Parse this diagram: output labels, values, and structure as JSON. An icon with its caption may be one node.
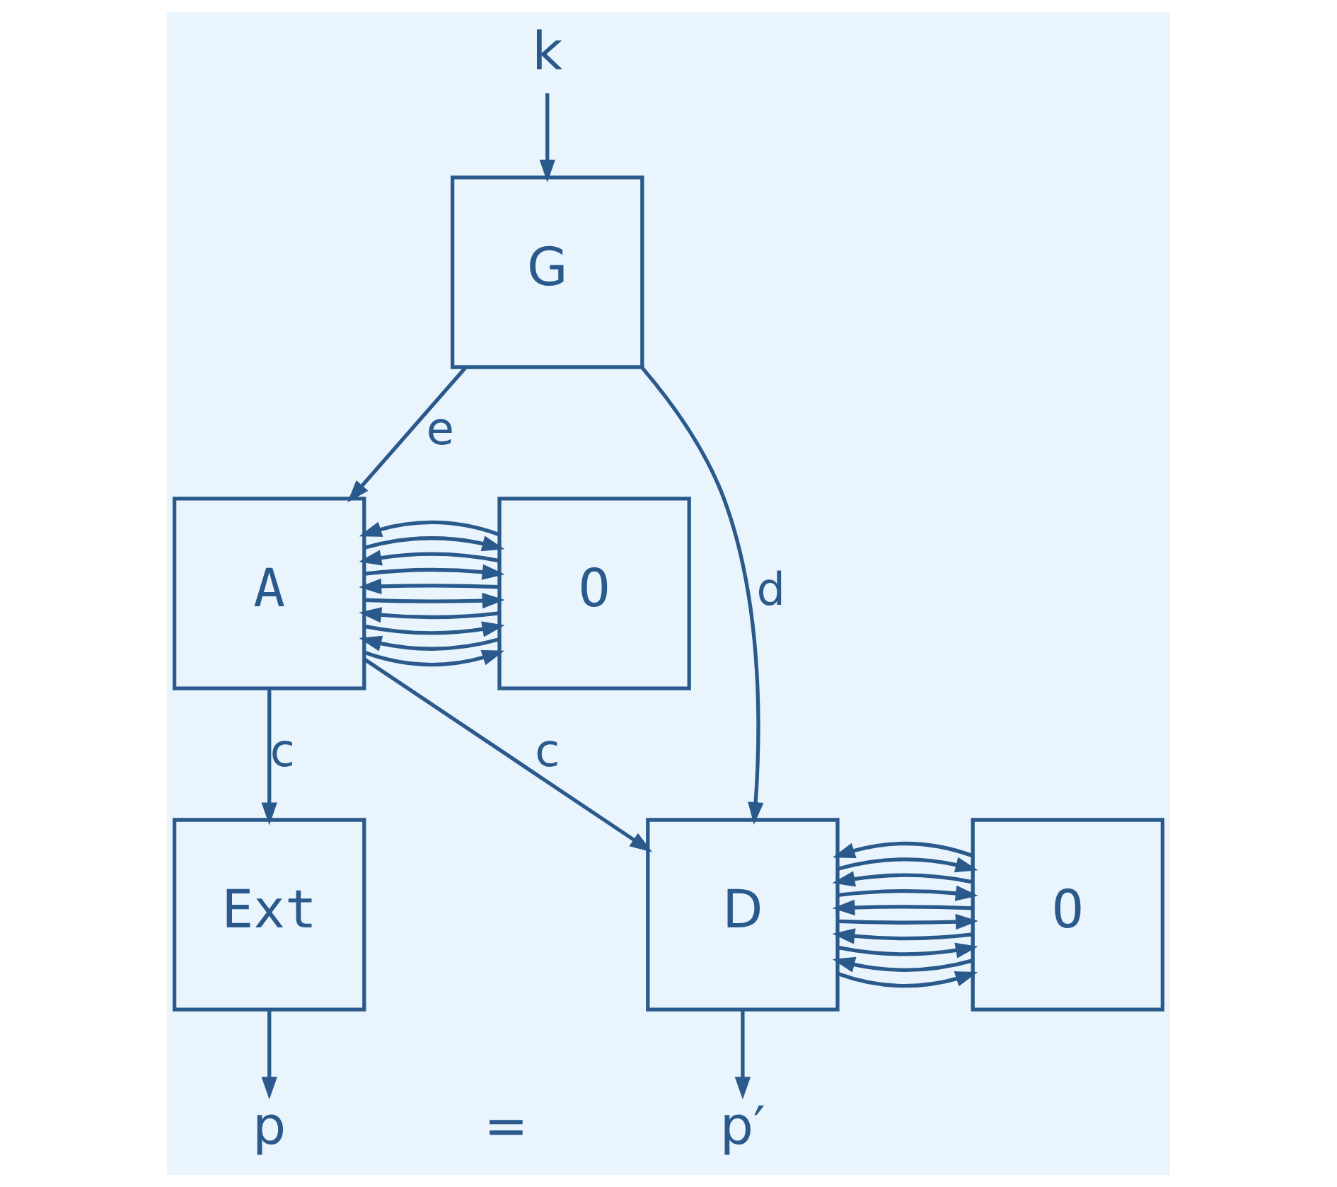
{
  "diagram": {
    "nodes": [
      {
        "text": [
          "k"
        ]
      },
      {
        "text": [
          "G"
        ]
      },
      {
        "text": [
          "O"
        ]
      },
      {
        "text": [
          "A"
        ]
      },
      {
        "text": [
          "Ext"
        ]
      },
      {
        "text": [
          "D"
        ]
      },
      {
        "text": [
          "O"
        ]
      },
      {
        "text": [
          "p"
        ]
      },
      {
        "text": [
          "p′"
        ]
      }
    ],
    "edges": [
      {
        "from": 0,
        "to": 1,
        "arrow": "to"
      },
      {
        "from": 1,
        "to": 3,
        "arrow": "to",
        "label": "e"
      },
      {
        "from": 1,
        "to": 5,
        "arrow": "to",
        "label": "d"
      },
      {
        "from": 3,
        "to": 2,
        "arrow": "to"
      },
      {
        "from": 2,
        "to": 3,
        "arrow": "to"
      },
      {
        "from": 3,
        "to": 2,
        "arrow": "to"
      },
      {
        "from": 2,
        "to": 3,
        "arrow": "to"
      },
      {
        "from": 3,
        "to": 2,
        "arrow": "to"
      },
      {
        "from": 2,
        "to": 3,
        "arrow": "to"
      },
      {
        "from": 3,
        "to": 2,
        "arrow": "to"
      },
      {
        "from": 2,
        "to": 3,
        "arrow": "to"
      },
      {
        "from": 3,
        "to": 2,
        "arrow": "to"
      },
      {
        "from": 2,
        "to": 3,
        "arrow": "to"
      },
      {
        "from": 3,
        "to": 4,
        "arrow": "to",
        "label": "c"
      },
      {
        "from": 3,
        "to": 5,
        "arrow": "to",
        "label": "c"
      },
      {
        "from": 5,
        "to": 6,
        "arrow": "to"
      },
      {
        "from": 6,
        "to": 5,
        "arrow": "to"
      },
      {
        "from": 5,
        "to": 6,
        "arrow": "to"
      },
      {
        "from": 6,
        "to": 5,
        "arrow": "to"
      },
      {
        "from": 5,
        "to": 6,
        "arrow": "to"
      },
      {
        "from": 6,
        "to": 5,
        "arrow": "to"
      },
      {
        "from": 5,
        "to": 6,
        "arrow": "to"
      },
      {
        "from": 6,
        "to": 5,
        "arrow": "to"
      },
      {
        "from": 5,
        "to": 6,
        "arrow": "to"
      },
      {
        "from": 6,
        "to": 5,
        "arrow": "to"
      },
      {
        "from": 4,
        "to": 7,
        "arrow": "to"
      },
      {
        "from": 5,
        "to": 8,
        "arrow": "to"
      }
    ],
    "labels": [
      "="
    ]
  }
}
